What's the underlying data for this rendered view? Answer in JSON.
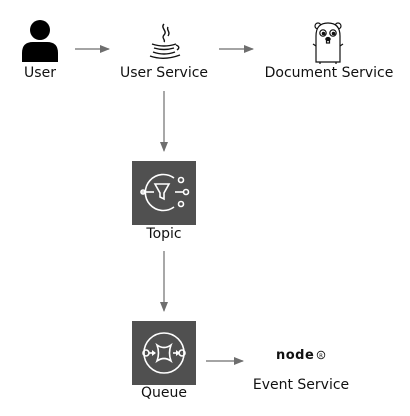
{
  "nodes": {
    "user": {
      "label": "User",
      "icon": "user-icon"
    },
    "user_service": {
      "label": "User Service",
      "icon": "java-icon"
    },
    "document_service": {
      "label": "Document Service",
      "icon": "go-gopher-icon"
    },
    "topic": {
      "label": "Topic",
      "icon": "sns-topic-icon"
    },
    "queue": {
      "label": "Queue",
      "icon": "sqs-queue-icon"
    },
    "event_service": {
      "label": "Event Service",
      "icon": "nodejs-icon",
      "logo_text": "node"
    }
  },
  "edges": [
    {
      "from": "user",
      "to": "user_service"
    },
    {
      "from": "user_service",
      "to": "document_service"
    },
    {
      "from": "user_service",
      "to": "topic"
    },
    {
      "from": "topic",
      "to": "queue"
    },
    {
      "from": "queue",
      "to": "event_service"
    }
  ],
  "colors": {
    "service_box": "#505050",
    "arrow": "#6e6e6e"
  }
}
